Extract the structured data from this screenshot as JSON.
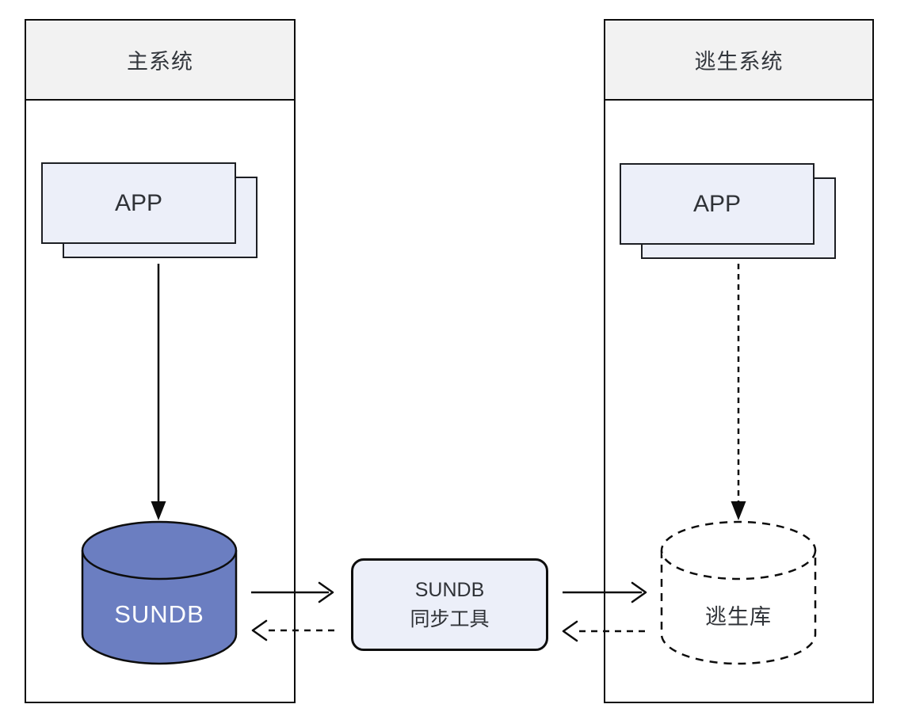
{
  "diagram": {
    "left_system": {
      "title": "主系统",
      "app_label": "APP",
      "database_label": "SUNDB"
    },
    "right_system": {
      "title": "逃生系统",
      "app_label": "APP",
      "database_label": "逃生库"
    },
    "sync_tool": {
      "label_line1": "SUNDB",
      "label_line2": "同步工具"
    },
    "colors": {
      "primary_db_fill": "#6B7EC1",
      "escape_db_fill": "#FFFFFF",
      "box_fill": "#ECEFF9",
      "header_fill": "#F2F2F2",
      "line_color": "#0D0D0D"
    }
  }
}
